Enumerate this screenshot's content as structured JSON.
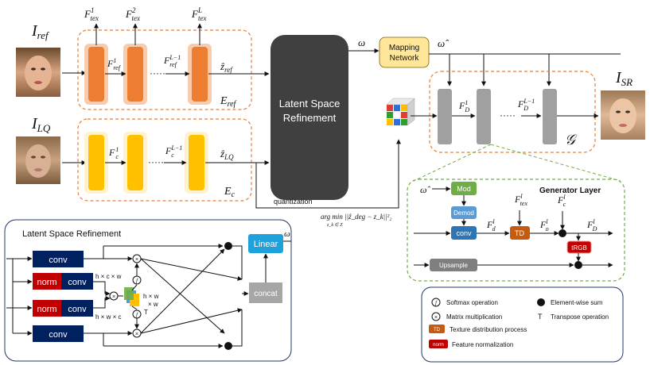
{
  "inputs": {
    "ref_label": "I_ref",
    "lq_label": "I_LQ",
    "out_label": "I_SR"
  },
  "encoders": {
    "ref": {
      "label": "E_ref",
      "tex_labels": [
        "F¹_tex",
        "F²_tex",
        "F^L_tex"
      ],
      "between": [
        "F¹_ref",
        "F^(L−1)_ref"
      ],
      "out": "ẑ_ref"
    },
    "lq": {
      "label": "E_c",
      "between": [
        "F¹_c",
        "F^(L−1)_c"
      ],
      "out": "ẑ_LQ"
    }
  },
  "latent": {
    "line1": "Latent Space",
    "line2": "Refinement"
  },
  "mapping": {
    "line1": "Mapping",
    "line2": "Network",
    "in": "ω",
    "out": "ω̂"
  },
  "generator": {
    "label": "𝒢",
    "between": [
      "F¹_D",
      "F^(L−1)_D"
    ],
    "dots": "·····"
  },
  "quantization": {
    "label": "quantization",
    "formula": "arg min ||ẑ_deg − z_k||²₂",
    "sub": "z_k ∈ Z"
  },
  "gen_layer": {
    "title": "Generator Layer",
    "w_in": "ω̂",
    "mod": "Mod",
    "demod": "Demod",
    "conv": "conv",
    "td": "TD",
    "trgb": "tRGB",
    "upsample": "Upsample",
    "f_tex": "F^l_tex",
    "f_c": "F^l_c",
    "f_d": "F^l_d",
    "f_o": "F^l_o",
    "f_D": "F^l_D"
  },
  "lsr": {
    "title": "Latent Space Refinement",
    "conv": "conv",
    "norm": "norm",
    "linear": "Linear",
    "concat": "concat",
    "omega": "ω",
    "dim1": "h × c × w",
    "dim2": "h × w × c",
    "dim3a": "h × w",
    "dim3b": "× w",
    "t": "T"
  },
  "legend": {
    "softmax": "Softmax operation",
    "matmul": "Matrix multiplication",
    "td": "Texture distribution process",
    "norm": "Feature normalization",
    "sum": "Element-wise sum",
    "transpose": "Transpose operation",
    "t_sym": "T"
  },
  "colors": {
    "orange": "#ed7d31",
    "yellow": "#ffc000",
    "dark_gray": "#404040",
    "gray_block": "#a0a0a0",
    "mapping_fill": "#ffe699",
    "navy": "#002060",
    "red": "#c00000",
    "linear_blue": "#1fa2dc",
    "green_box": "#70ad47",
    "demod_blue": "#5b9bd5",
    "conv_blue": "#2e75b6",
    "td_orange": "#c55a11",
    "trgb_red": "#c00000"
  }
}
